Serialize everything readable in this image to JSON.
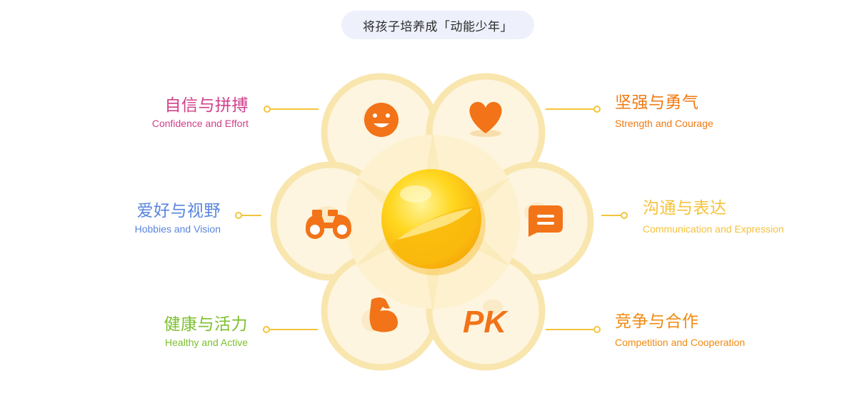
{
  "header": {
    "title": "将孩子培养成「动能少年」"
  },
  "traits": [
    {
      "zh": "自信与拼搏",
      "en": "Confidence and Effort",
      "color": "#d03f8a",
      "icon": "smiley-icon"
    },
    {
      "zh": "坚强与勇气",
      "en": "Strength and Courage",
      "color": "#f07a12",
      "icon": "heart-icon"
    },
    {
      "zh": "爱好与视野",
      "en": "Hobbies and Vision",
      "color": "#5a86dd",
      "icon": "binoculars-icon"
    },
    {
      "zh": "沟通与表达",
      "en": "Communication and Expression",
      "color": "#f5c23a",
      "icon": "chat-bubble-icon"
    },
    {
      "zh": "健康与活力",
      "en": "Healthy and Active",
      "color": "#7cbf2e",
      "icon": "flexed-arm-icon"
    },
    {
      "zh": "竞争与合作",
      "en": "Competition and Cooperation",
      "color": "#f08a12",
      "icon": "pk-icon"
    }
  ],
  "pk_text": "PK",
  "colors": {
    "petal": "#fdf3d8",
    "petal_ring": "#f7e4a9",
    "connector": "#f4c53a",
    "icon": "#f27318",
    "sun": "#ffd21c"
  }
}
